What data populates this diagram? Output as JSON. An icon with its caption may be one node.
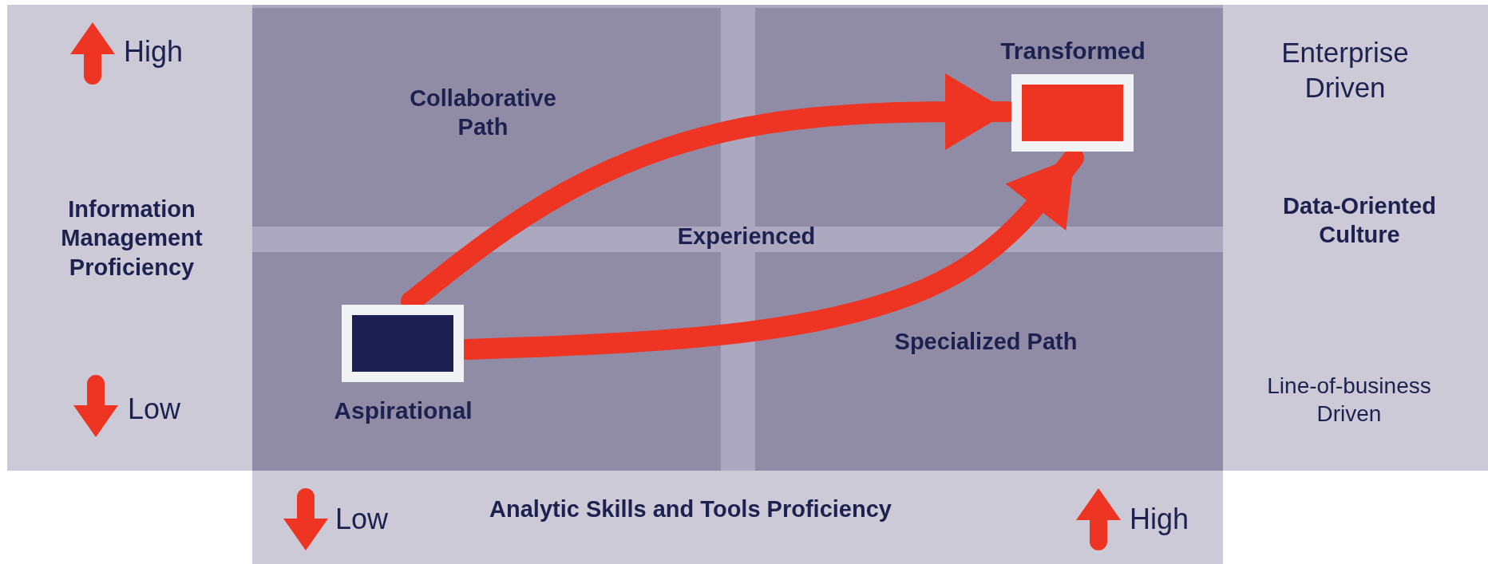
{
  "diagram": {
    "nodes": [
      {
        "text": [
          "Transformed"
        ]
      },
      {
        "text": [
          "Aspirational"
        ]
      }
    ],
    "edges": [
      {
        "from": 1,
        "to": 0,
        "arrow": "to"
      },
      {
        "from": 1,
        "to": 0,
        "arrow": "to"
      }
    ],
    "labels": [
      "High",
      "Collaborative Path",
      "Enterprise Driven",
      "Information Management Proficiency",
      "Experienced",
      "Data-Oriented Culture",
      "Specialized Path",
      "Low",
      "Line-of-business Driven",
      "Low",
      "Analytic Skills and Tools Proficiency",
      "High"
    ]
  }
}
